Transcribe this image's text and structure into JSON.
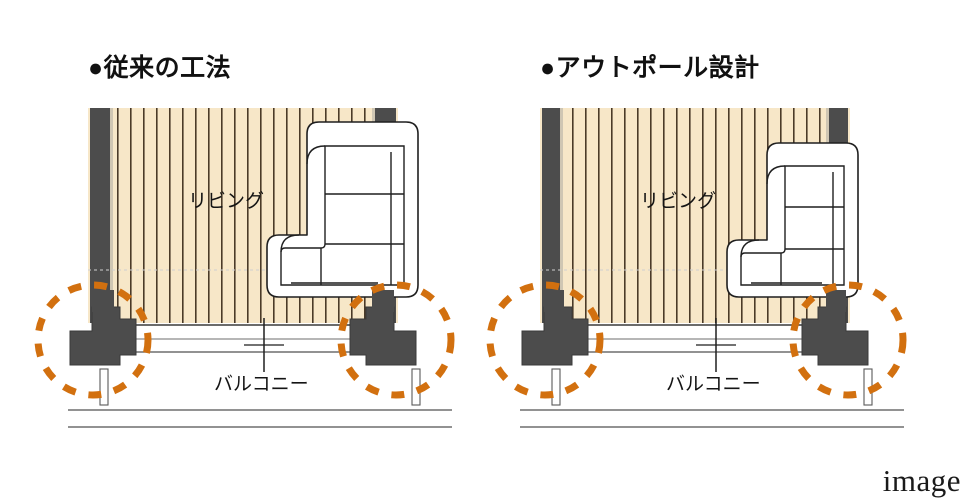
{
  "figure": {
    "caption": "image",
    "background_color": "#ffffff"
  },
  "colors": {
    "floor_fill": "#f7e7c8",
    "floor_stripe": "#4a3a28",
    "column_fill": "#4c4c4c",
    "column_stroke": "#3a3a3a",
    "highlight_circle": "#d2700f",
    "outline": "#1f1f1f",
    "thin_line": "#6e6e6e",
    "sofa_fill": "#ffffff",
    "text": "#111111"
  },
  "panels": [
    {
      "id": "conventional",
      "title": "●従来の工法",
      "room_label": "リビング",
      "balcony_label": "バルコニー",
      "column_placement": "inside",
      "highlights": 2
    },
    {
      "id": "outpole",
      "title": "●アウトポール設計",
      "room_label": "リビング",
      "balcony_label": "バルコニー",
      "column_placement": "outside",
      "highlights": 2
    }
  ]
}
